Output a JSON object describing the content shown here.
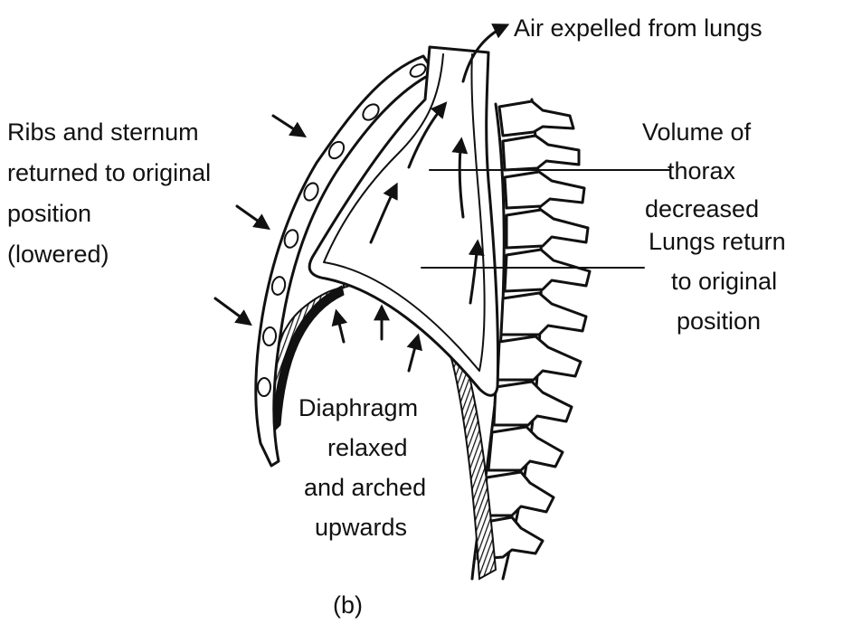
{
  "labels": {
    "air": "Air expelled from lungs",
    "ribs": [
      "Ribs and sternum",
      "returned to original",
      "position",
      "(lowered)"
    ],
    "volume": [
      "Volume of",
      "thorax",
      "decreased"
    ],
    "lungs": [
      "Lungs return",
      "to original",
      "position"
    ],
    "diaphragm": [
      "Diaphragm",
      "relaxed",
      "and arched",
      "upwards"
    ],
    "caption": "(b)"
  },
  "icons": {
    "arrow": "arrow-icon"
  }
}
